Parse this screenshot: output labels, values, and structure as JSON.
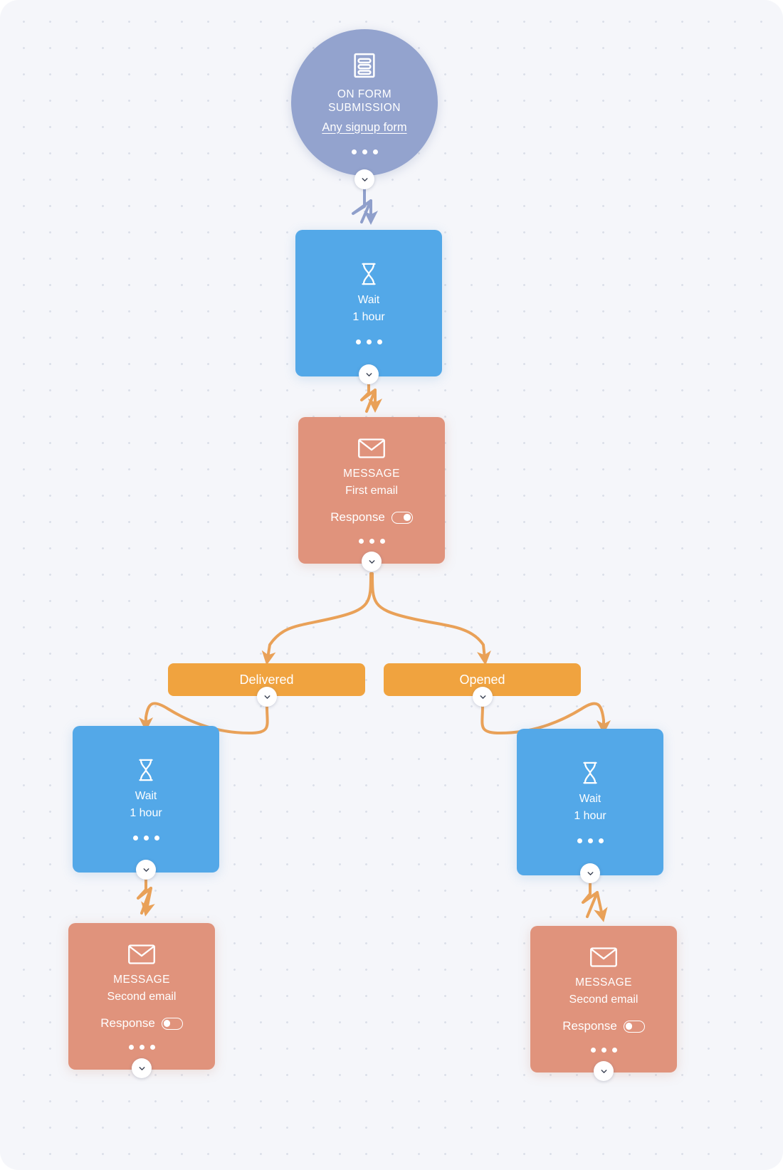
{
  "canvas": {
    "background_color": "#f5f6fa",
    "dot_color": "#dbdfe9",
    "page_background": "#ffffff"
  },
  "palette": {
    "trigger": "#93a3ce",
    "wait": "#53a8e8",
    "message": "#e0937c",
    "branch": "#f0a33f",
    "edge_orange": "#e9a158",
    "edge_purple": "#8f9fcb",
    "handle_bg": "#ffffff",
    "text": "#ffffff"
  },
  "nodes": {
    "trigger": {
      "icon": "form-icon",
      "title": "ON FORM\nSUBMISSION",
      "title_line1": "ON FORM",
      "title_line2": "SUBMISSION",
      "link": "Any signup form",
      "menu": "more-options",
      "handle": "chevron-down-icon"
    },
    "wait_1": {
      "icon": "hourglass-icon",
      "label": "Wait",
      "value": "1 hour",
      "menu": "more-options"
    },
    "message_1": {
      "icon": "envelope-icon",
      "kind": "MESSAGE",
      "name": "First email",
      "response_label": "Response",
      "response_enabled": true,
      "menu": "more-options"
    },
    "wait_left": {
      "icon": "hourglass-icon",
      "label": "Wait",
      "value": "1 hour",
      "menu": "more-options"
    },
    "wait_right": {
      "icon": "hourglass-icon",
      "label": "Wait",
      "value": "1 hour",
      "menu": "more-options"
    },
    "message_left": {
      "icon": "envelope-icon",
      "kind": "MESSAGE",
      "name": "Second email",
      "response_label": "Response",
      "response_enabled": false,
      "menu": "more-options"
    },
    "message_right": {
      "icon": "envelope-icon",
      "kind": "MESSAGE",
      "name": "Second email",
      "response_label": "Response",
      "response_enabled": false,
      "menu": "more-options"
    }
  },
  "branches": [
    {
      "id": "delivered",
      "label": "Delivered"
    },
    {
      "id": "opened",
      "label": "Opened"
    }
  ]
}
